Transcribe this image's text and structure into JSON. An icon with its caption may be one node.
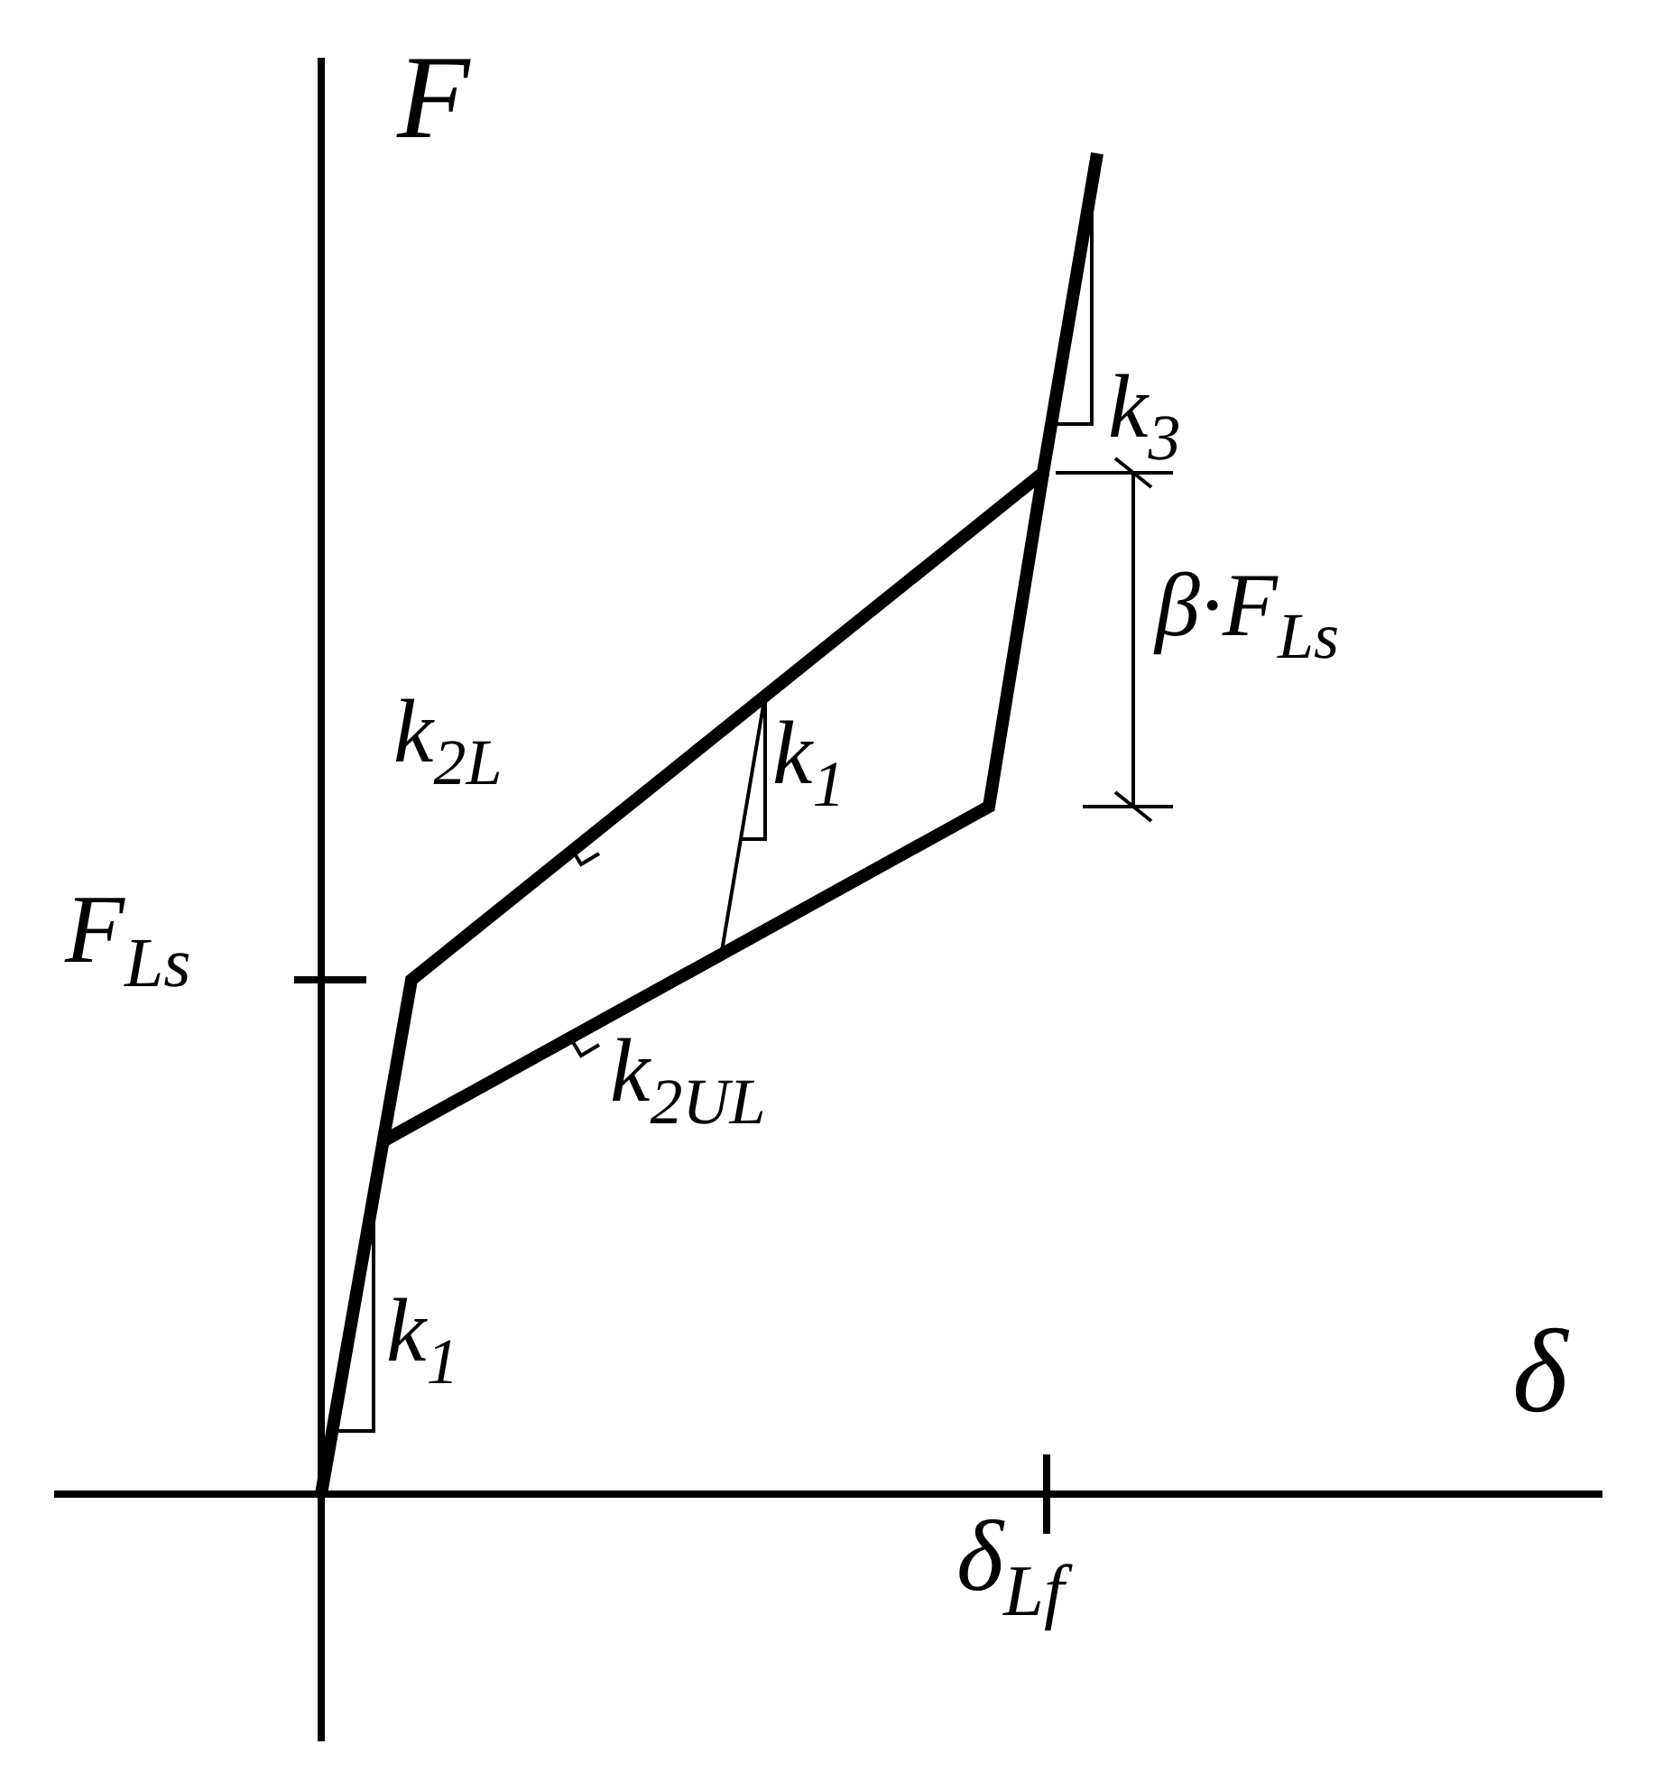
{
  "diagram": {
    "labels": [
      "F",
      "k$_{3}$",
      "β·F$_{Ls}$",
      "k$_{2L}$",
      "k$_{1}$",
      "F$_{Ls}$",
      "k$_{2UL}$",
      "k$_{1}$",
      "δ",
      "δ$_{Lf}$"
    ]
  }
}
